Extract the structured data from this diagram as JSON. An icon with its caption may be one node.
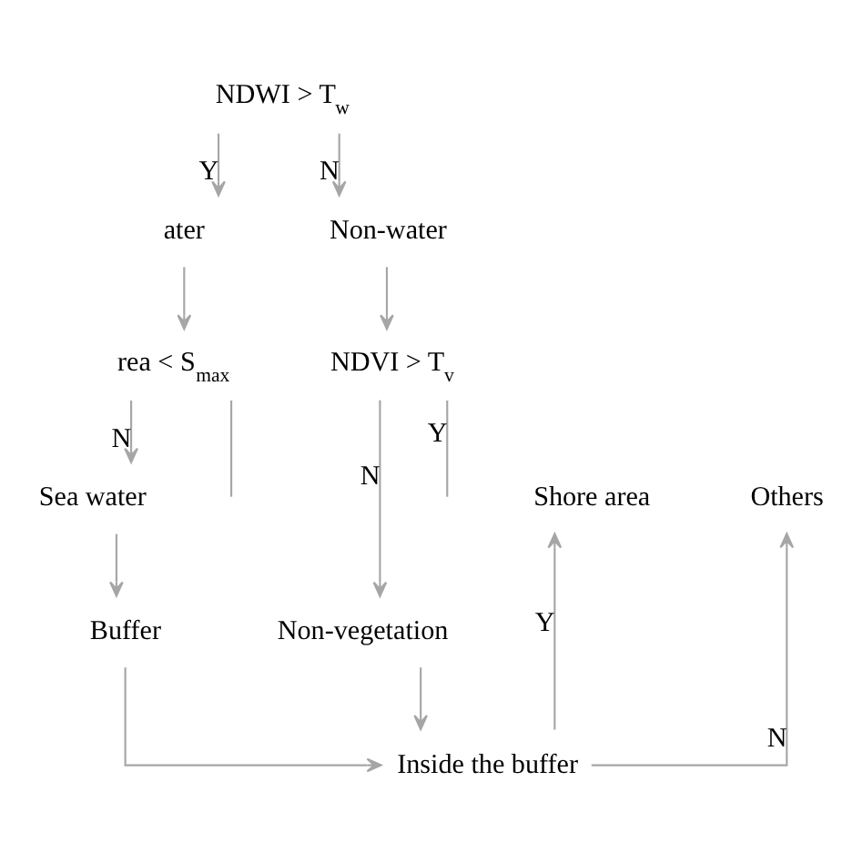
{
  "diagram": {
    "nodes": [
      {
        "text": [
          "NDWI > T$_{w}$"
        ]
      },
      {
        "text": [
          "ater"
        ]
      },
      {
        "text": [
          "Non-water"
        ]
      },
      {
        "text": [
          "rea < S$_{max}$"
        ]
      },
      {
        "text": [
          "NDVI > T$_{v}$"
        ]
      },
      {
        "text": [
          "Non-vegetation"
        ]
      },
      {
        "text": [
          "Sea water"
        ]
      },
      {
        "text": [
          "Buffer"
        ]
      },
      {
        "text": [
          "Inside the buffer"
        ]
      },
      {
        "text": [
          "Shore area"
        ]
      },
      {
        "text": [
          "Others"
        ]
      }
    ],
    "edges": [
      {
        "from": 0,
        "to": 1,
        "arrow": "to",
        "label": "Y"
      },
      {
        "from": 0,
        "to": 2,
        "arrow": "to",
        "label": "N"
      },
      {
        "from": 1,
        "to": 3,
        "arrow": "to"
      },
      {
        "from": 2,
        "to": 4,
        "arrow": "to"
      },
      {
        "from": 4,
        "to": 5,
        "arrow": "to",
        "label": "N"
      },
      {
        "from": 4,
        "to": null,
        "arrow": "none",
        "label": "Y"
      },
      {
        "from": 3,
        "to": null,
        "arrow": "none"
      },
      {
        "from": 3,
        "to": 6,
        "arrow": "to",
        "label": "N"
      },
      {
        "from": 6,
        "to": 7,
        "arrow": "to"
      },
      {
        "from": 7,
        "to": 8,
        "arrow": "to"
      },
      {
        "from": 5,
        "to": 8,
        "arrow": "to"
      },
      {
        "from": 8,
        "to": 9,
        "arrow": "to",
        "label": "Y"
      },
      {
        "from": 8,
        "to": 10,
        "arrow": "to",
        "label": "N"
      }
    ]
  }
}
